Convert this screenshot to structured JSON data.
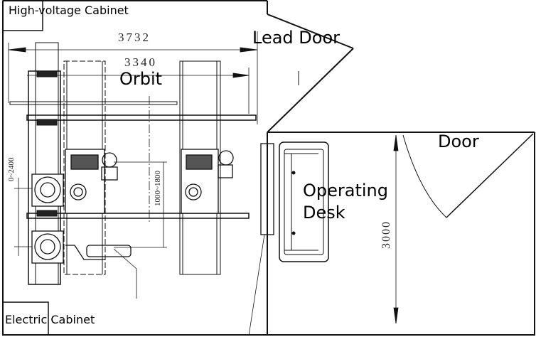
{
  "labels": {
    "high_voltage_cabinet": "High-voltage Cabinet",
    "lead_door": "Lead Door",
    "orbit": "Orbit",
    "door": "Door",
    "operating_desk": "Operating Desk",
    "electric_cabinet": "Electric Cabinet"
  },
  "dimensions": {
    "overall_width": "3732",
    "orbit_length": "3340",
    "detector_range": "0~2400",
    "sid_range": "1000~1800",
    "room_depth": "3000"
  }
}
